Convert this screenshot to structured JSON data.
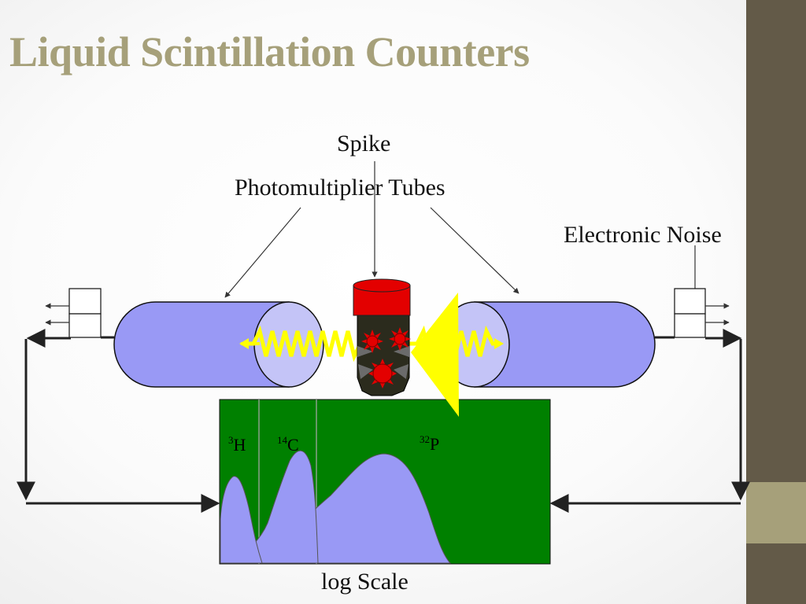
{
  "slide": {
    "title": "Liquid Scintillation Counters"
  },
  "labels": {
    "spike": "Spike",
    "photomultiplier_tubes": "Photomultiplier Tubes",
    "electronic_noise": "Electronic Noise",
    "log_scale": "log Scale"
  },
  "peaks": [
    {
      "sup": "3",
      "symbol": "H"
    },
    {
      "sup": "14",
      "symbol": "C"
    },
    {
      "sup": "32",
      "symbol": "P"
    }
  ],
  "colors": {
    "title_text": "#a6a07a",
    "side_bar": "#635a48",
    "side_bar_accent": "#a6a07a",
    "tube_fill": "#9999f5",
    "tube_face": "#c4c4f7",
    "spectrum_bg": "#008000",
    "vial_cap": "#e30000",
    "vial_body": "#2b2b1d",
    "flash": "#ffff00",
    "arrow": "#222222"
  }
}
